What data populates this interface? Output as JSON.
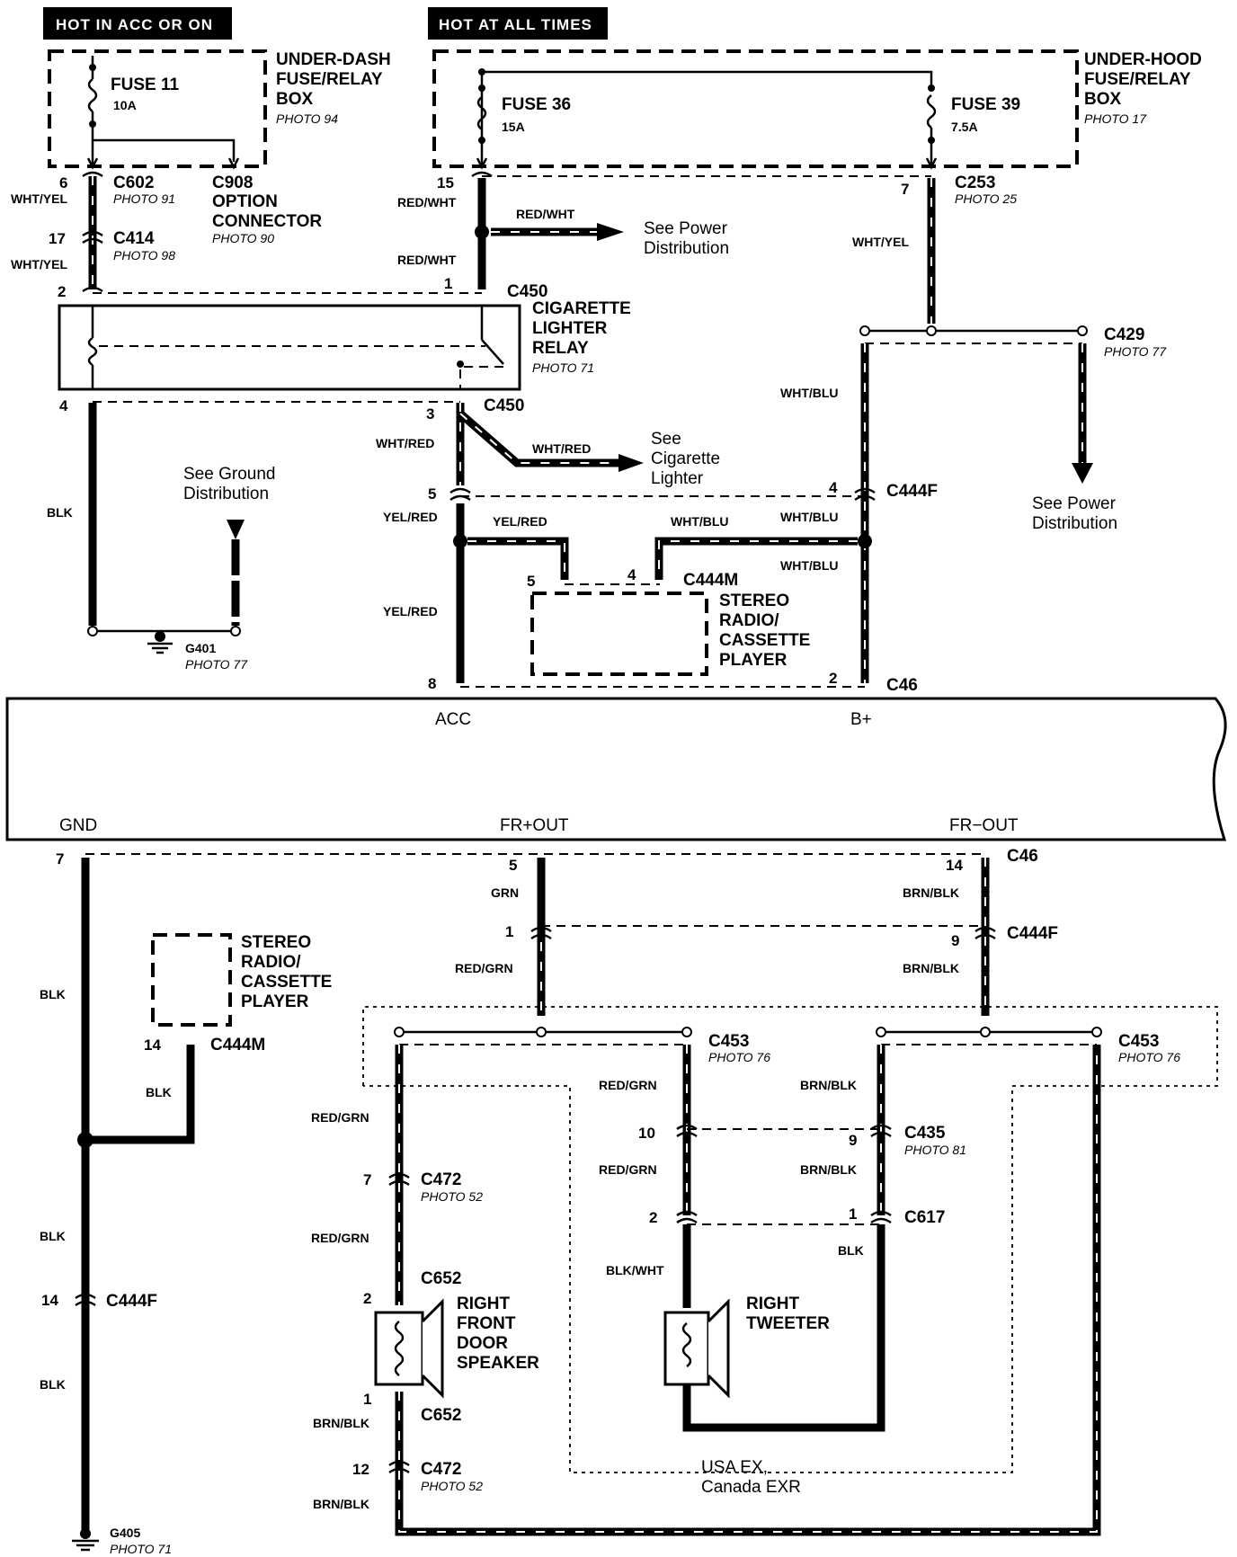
{
  "headers": {
    "hot_acc": "HOT IN ACC OR ON",
    "hot_always": "HOT AT ALL TIMES"
  },
  "boxes": {
    "underdash": [
      "UNDER-DASH",
      "FUSE/RELAY",
      "BOX"
    ],
    "underdash_photo": "PHOTO 94",
    "underhood": [
      "UNDER-HOOD",
      "FUSE/RELAY",
      "BOX"
    ],
    "underhood_photo": "PHOTO 17"
  },
  "fuses": {
    "f11": "FUSE 11",
    "f11_amp": "10A",
    "f36": "FUSE 36",
    "f36_amp": "15A",
    "f39": "FUSE 39",
    "f39_amp": "7.5A"
  },
  "connectors": {
    "c602": "C602",
    "c602_photo": "PHOTO 91",
    "c908": "C908",
    "option": [
      "OPTION",
      "CONNECTOR"
    ],
    "c908_photo": "PHOTO 90",
    "c414": "C414",
    "c414_photo": "PHOTO 98",
    "c450": "C450",
    "c253": "C253",
    "c253_photo": "PHOTO 25",
    "c429": "C429",
    "c429_photo": "PHOTO 77",
    "c444f": "C444F",
    "c444m": "C444M",
    "c46": "C46",
    "c453": "C453",
    "c453_photo": "PHOTO 76",
    "c435": "C435",
    "c435_photo": "PHOTO 81",
    "c617": "C617",
    "c472": "C472",
    "c472_photo": "PHOTO 52",
    "c652": "C652"
  },
  "components": {
    "relay": [
      "CIGARETTE",
      "LIGHTER",
      "RELAY"
    ],
    "relay_photo": "PHOTO 71",
    "stereo": [
      "STEREO",
      "RADIO/",
      "CASSETTE",
      "PLAYER"
    ],
    "speaker": [
      "RIGHT",
      "FRONT",
      "DOOR",
      "SPEAKER"
    ],
    "tweeter": [
      "RIGHT",
      "TWEETER"
    ]
  },
  "grounds": {
    "g401": "G401",
    "g401_photo": "PHOTO 77",
    "g405": "G405",
    "g405_photo": "PHOTO 71"
  },
  "wires": {
    "wht_yel": "WHT/YEL",
    "red_wht": "RED/WHT",
    "blk": "BLK",
    "wht_red": "WHT/RED",
    "yel_red": "YEL/RED",
    "wht_blu": "WHT/BLU",
    "grn": "GRN",
    "red_grn": "RED/GRN",
    "brn_blk": "BRN/BLK",
    "blk_wht": "BLK/WHT"
  },
  "refs": {
    "power": [
      "See Power",
      "Distribution"
    ],
    "ground": [
      "See Ground",
      "Distribution"
    ],
    "lighter": [
      "See",
      "Cigarette",
      "Lighter"
    ],
    "variant": [
      "USA EX,",
      "Canada EXR"
    ]
  },
  "radio_terms": {
    "acc": "ACC",
    "bplus": "B+",
    "gnd": "GND",
    "frp": "FR+OUT",
    "frm": "FR−OUT"
  },
  "pins": {
    "p6": "6",
    "p17": "17",
    "p2": "2",
    "p1": "1",
    "p4": "4",
    "p15": "15",
    "p7": "7",
    "p3": "3",
    "p5": "5",
    "p8": "8",
    "p14": "14",
    "p9": "9",
    "p10": "10",
    "p12": "12"
  }
}
